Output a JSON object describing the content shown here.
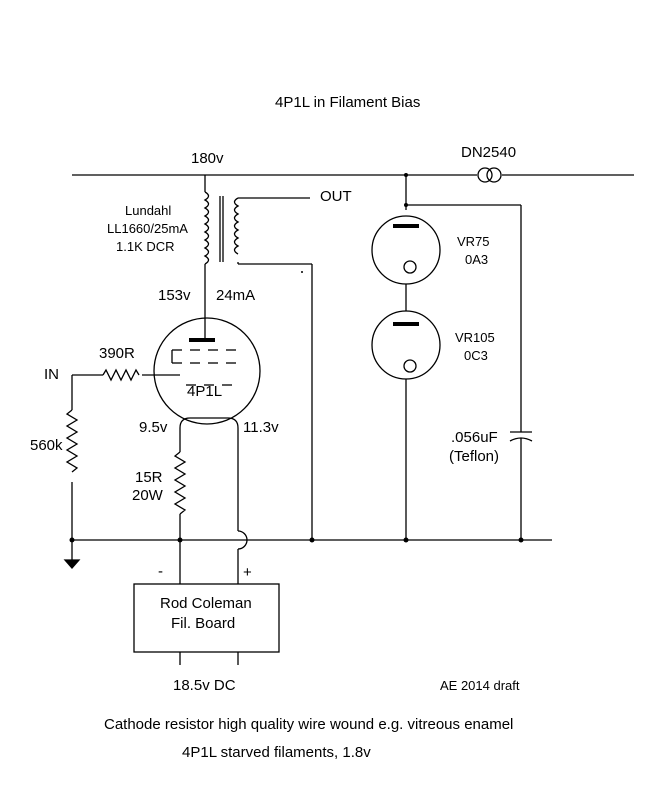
{
  "title": "4P1L in Filament Bias",
  "labels": {
    "supply_voltage": "180v",
    "regulator": "DN2540",
    "output": "OUT",
    "transformer_name": "Lundahl",
    "transformer_model": "LL1660/25mA",
    "transformer_dcr": "1.1K DCR",
    "plate_voltage": "153v",
    "plate_current": "24mA",
    "input": "IN",
    "grid_resistor": "390R",
    "grid_leak": "560k",
    "tube": "4P1L",
    "filament_neg_voltage": "9.5v",
    "filament_pos_voltage": "11.3v",
    "cathode_resistor_value": "15R",
    "cathode_resistor_power": "20W",
    "vr1_name": "VR75",
    "vr1_type": "0A3",
    "vr2_name": "VR105",
    "vr2_type": "0C3",
    "cap_value": ".056uF",
    "cap_type": "(Teflon)",
    "minus_sign": "-",
    "plus_sign": "+",
    "board_line1": "Rod Coleman",
    "board_line2": "Fil. Board",
    "board_supply": "18.5v DC",
    "draft": "AE 2014 draft"
  },
  "notes": [
    "Cathode resistor high quality wire wound e.g. vitreous enamel",
    "4P1L starved filaments, 1.8v"
  ],
  "colors": {
    "ink": "#000000",
    "background": "#ffffff"
  }
}
